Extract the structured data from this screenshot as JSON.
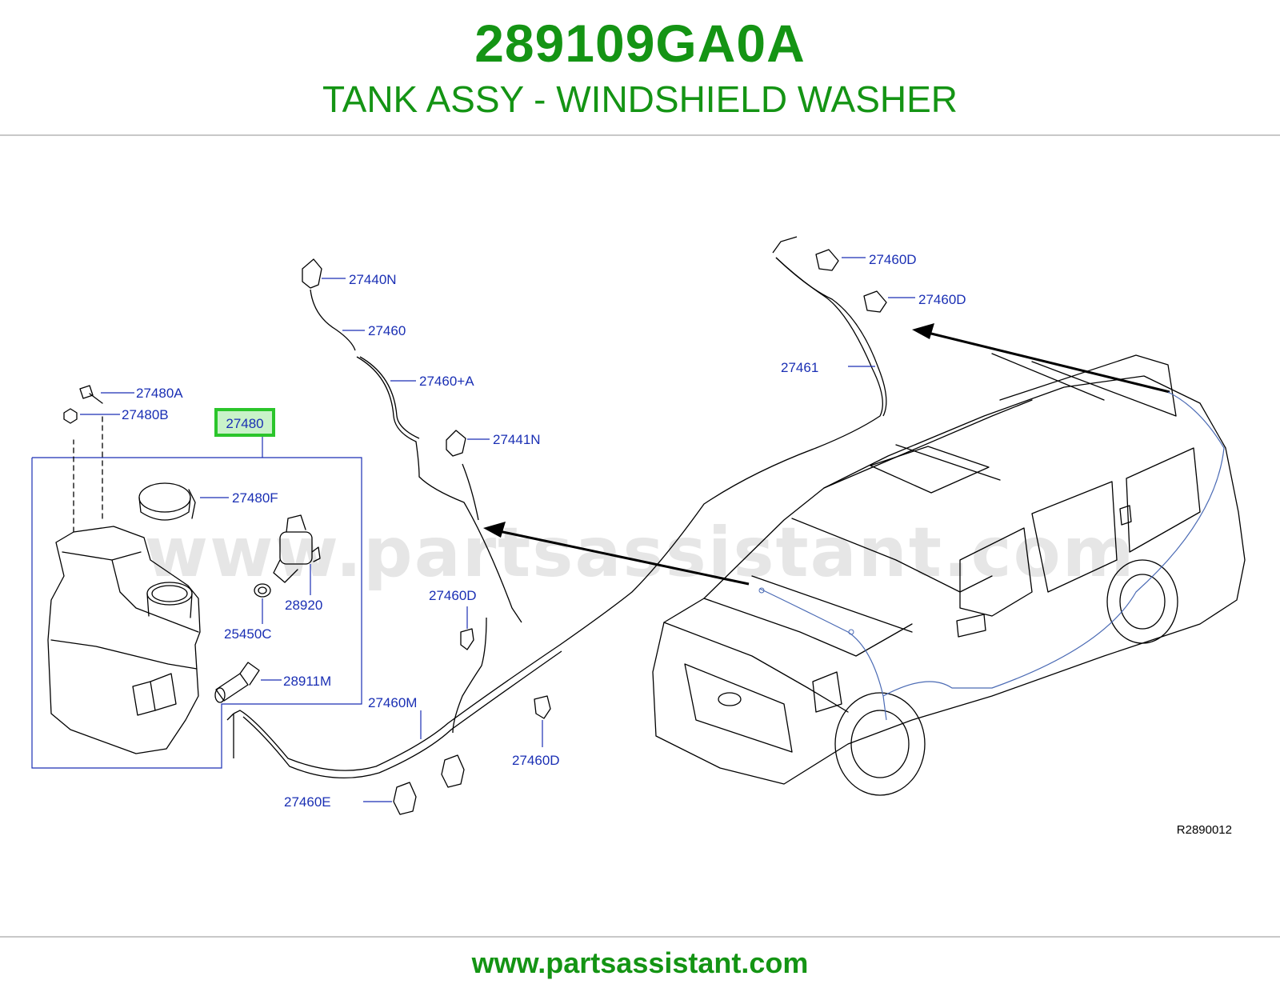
{
  "header": {
    "part_number": "289109GA0A",
    "part_name": "TANK ASSY - WINDSHIELD WASHER"
  },
  "watermark": "www.partsassistant.com",
  "footer": {
    "url": "www.partsassistant.com"
  },
  "diagram": {
    "code": "R2890012",
    "highlight_color": "#2bc52b",
    "brand_color": "#149414",
    "label_color": "#1a2fb4",
    "labels": {
      "p27440N": "27440N",
      "p27460": "27460",
      "p27460A": "27460+A",
      "p27480A": "27480A",
      "p27480B": "27480B",
      "p27480": "27480",
      "p27441N": "27441N",
      "p27480F": "27480F",
      "p28920": "28920",
      "p25450C": "25450C",
      "p28911M": "28911M",
      "p27460D_mid": "27460D",
      "p27460M": "27460M",
      "p27460D_low": "27460D",
      "p27460E": "27460E",
      "p27460D_top1": "27460D",
      "p27460D_top2": "27460D",
      "p27461": "27461"
    }
  }
}
